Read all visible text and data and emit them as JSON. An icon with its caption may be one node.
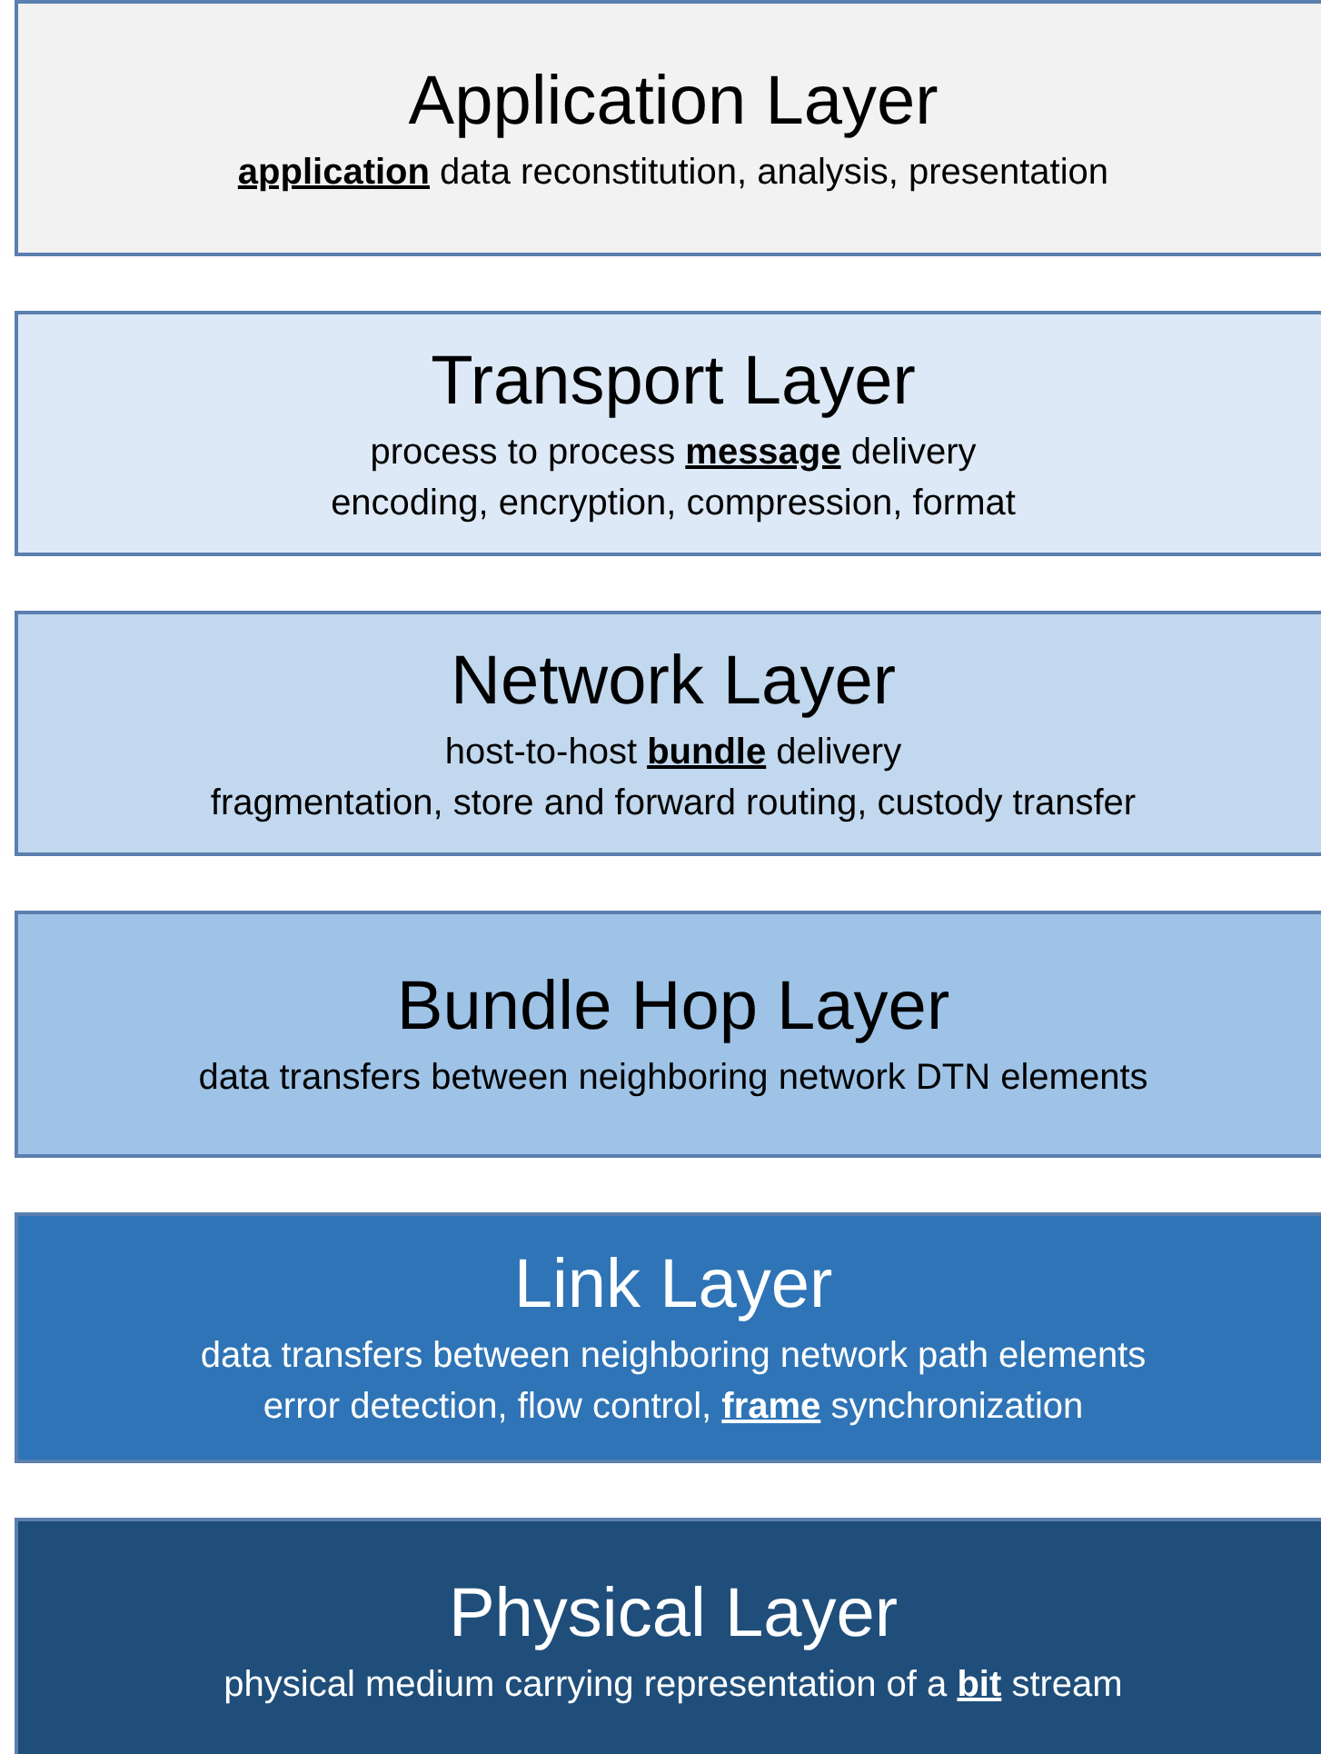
{
  "diagram": {
    "nodes": [
      {
        "text": [
          "Application Layer",
          "**application** data reconstitution, analysis, presentation"
        ]
      },
      {
        "text": [
          "Transport Layer",
          "process to process **message** delivery",
          "encoding, encryption, compression, format"
        ]
      },
      {
        "text": [
          "Network Layer",
          "host-to-host **bundle** delivery",
          "fragmentation, store and forward routing, custody transfer"
        ]
      },
      {
        "text": [
          "Bundle Hop Layer",
          "data transfers between neighboring network DTN elements"
        ]
      },
      {
        "text": [
          "Link Layer",
          "data transfers between neighboring network path elements",
          "error detection, flow control, **frame** synchronization"
        ]
      },
      {
        "text": [
          "Physical Layer",
          "physical medium carrying representation of a **bit** stream"
        ]
      }
    ]
  }
}
